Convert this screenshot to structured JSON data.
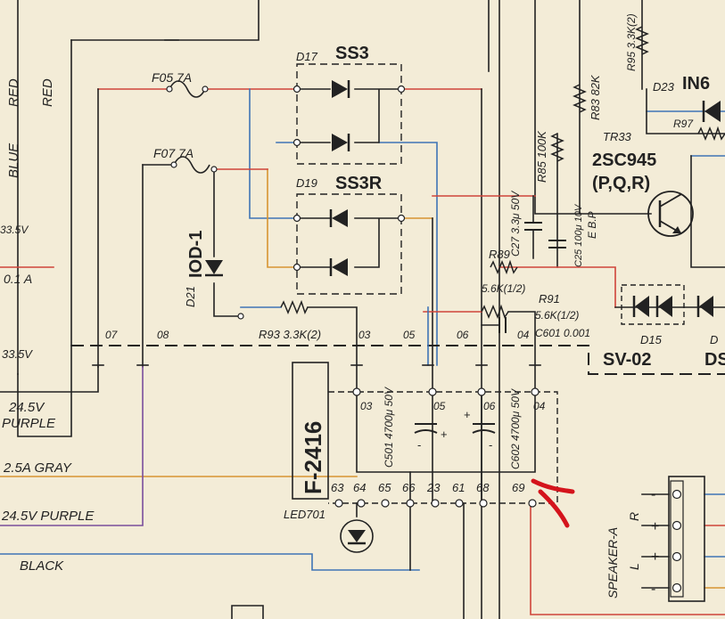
{
  "colors": {
    "paper": "#f3ecd7",
    "ink": "#222222",
    "red": "#d0443a",
    "blue": "#3f74b5",
    "orange": "#d89432",
    "purple": "#7a4e9c",
    "gray": "#8a8a8a",
    "annotation": "#d4141c"
  },
  "diode_groups": {
    "d17": "D17",
    "ss3": "SS3",
    "d19": "D19",
    "ss3r": "SS3R"
  },
  "fuses": {
    "f05": "F05 7A",
    "f07": "F07 7A"
  },
  "d21": {
    "ref": "D21",
    "part": "IOD-1"
  },
  "resistors": {
    "r93": "R93 3.3K(2)",
    "r83": "R83 82K",
    "r85": "R85 100K",
    "r95": "R95 3.3K(2)",
    "r89_ref": "R89",
    "r89_val": "5.6K(1/2)",
    "r91_ref": "R91",
    "r91_val": "5.6K(1/2)",
    "r97": "R97"
  },
  "capacitors": {
    "c27": "C27 3.3μ 50V",
    "c25": "C25 100μ 10V",
    "c601": "C601 0.001",
    "c501": "C501 4700μ 50V",
    "c602": "C602 4700μ 50V"
  },
  "transistor": {
    "ref": "TR33",
    "part": "2SC945",
    "rank": "(P,Q,R)",
    "pins": "E B.P"
  },
  "d23": {
    "ref": "D23",
    "part": "IN6"
  },
  "d15": {
    "ref": "D15",
    "part": "SV-02",
    "next": "DS"
  },
  "d_partial": "D",
  "board": {
    "name": "F-2416"
  },
  "connectors_top": [
    "07",
    "08",
    "03",
    "05",
    "06",
    "04"
  ],
  "board_top_pins": [
    "03",
    "05",
    "06",
    "04"
  ],
  "board_bottom_pins": [
    "63",
    "64",
    "65",
    "66",
    "23",
    "61",
    "68",
    "69"
  ],
  "led": {
    "ref": "LED701"
  },
  "cap_polarity": {
    "c501_plus": "+",
    "c501_minus": "-",
    "c602_plus": "+",
    "c602_minus": "-"
  },
  "left_wires": {
    "red1": "RED",
    "red2": "RED",
    "blue": "BLUE",
    "v1": "33.5V",
    "a1": "0.1 A",
    "v2": "33.5V",
    "w245a": "24.5V",
    "purple1": "PURPLE",
    "gray": "2.5A GRAY",
    "w245b": "24.5V PURPLE",
    "black": "BLACK"
  },
  "speaker": {
    "label": "SPEAKER-A",
    "r": "R",
    "l": "L",
    "signs": [
      "-",
      "+",
      "+",
      "-"
    ]
  }
}
